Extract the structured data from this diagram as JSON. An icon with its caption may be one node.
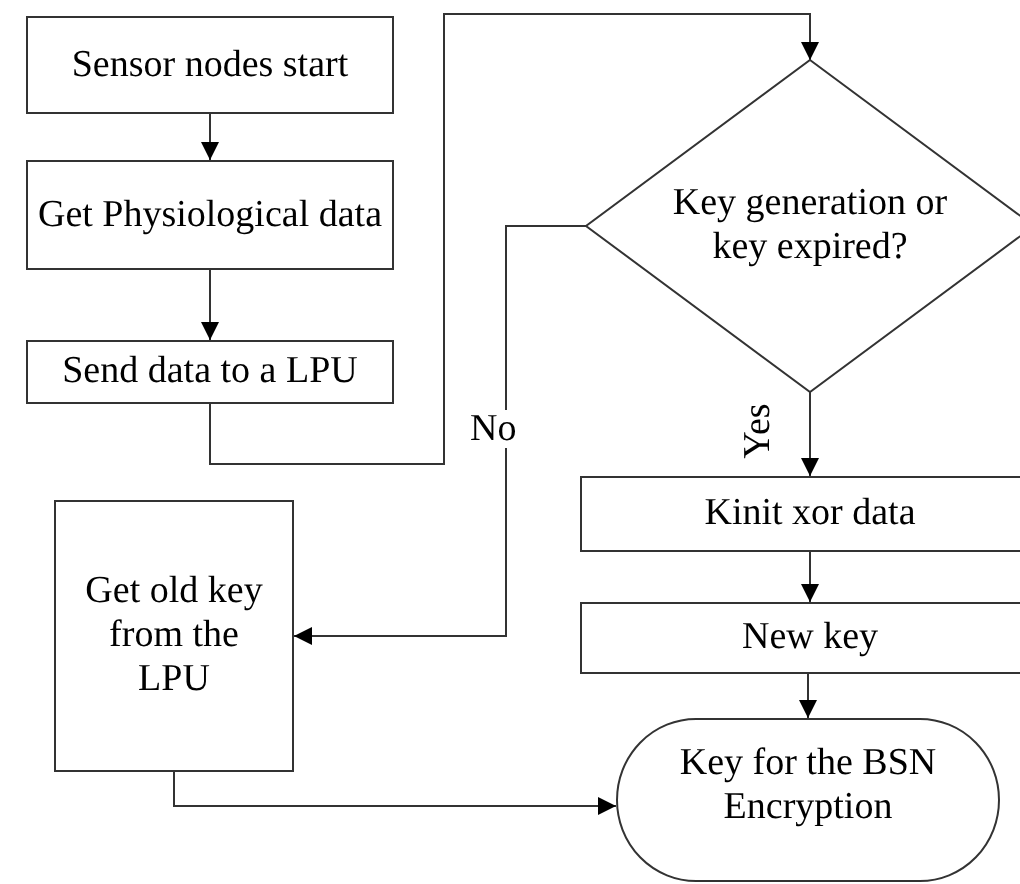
{
  "diagram": {
    "nodes": [
      {
        "text": [
          "Sensor nodes start"
        ]
      },
      {
        "text": [
          "Get Physiological data"
        ]
      },
      {
        "text": [
          "Send data to a LPU"
        ]
      },
      {
        "text": [
          "Key generation or key expired?"
        ]
      },
      {
        "text": [
          "Get old key from the LPU"
        ]
      },
      {
        "text": [
          "Kinit xor data"
        ]
      },
      {
        "text": [
          "New key"
        ]
      },
      {
        "text": [
          "Key for the BSN Encryption"
        ]
      }
    ],
    "edges": [
      {
        "from": 0,
        "to": 1,
        "arrow": "to"
      },
      {
        "from": 1,
        "to": 2,
        "arrow": "to"
      },
      {
        "from": 2,
        "to": 3,
        "arrow": "to"
      },
      {
        "from": 3,
        "to": 4,
        "arrow": "to",
        "label": "No"
      },
      {
        "from": 3,
        "to": 5,
        "arrow": "to",
        "label": "Yes"
      },
      {
        "from": 5,
        "to": 6,
        "arrow": "to"
      },
      {
        "from": 6,
        "to": 7,
        "arrow": "to"
      },
      {
        "from": 4,
        "to": 7,
        "arrow": "to"
      }
    ]
  }
}
